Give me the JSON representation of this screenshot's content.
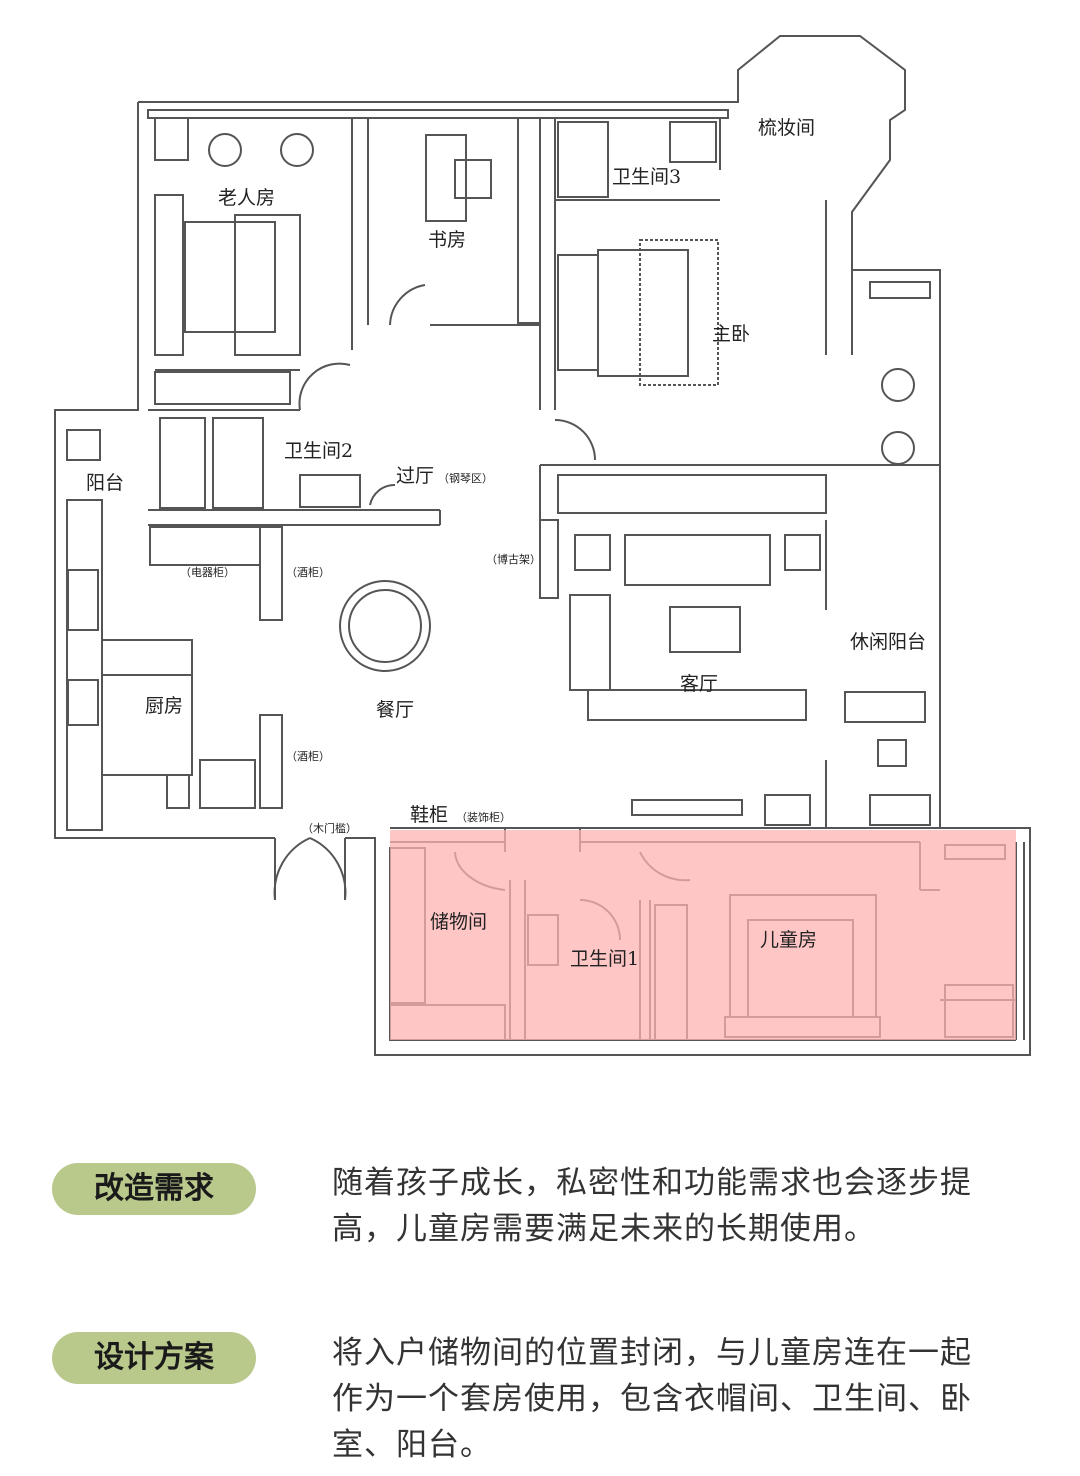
{
  "floorplan": {
    "rooms": {
      "elder_room": "老人房",
      "study": "书房",
      "bath3": "卫生间3",
      "dressing": "梳妆间",
      "master": "主卧",
      "bath2": "卫生间2",
      "balcony": "阳台",
      "hall": "过厅",
      "hall_note": "（钢琴区）",
      "electric_cabinet": "（电器柜）",
      "wine_cabinet_1": "（酒柜）",
      "curio_shelf": "（博古架）",
      "living": "客厅",
      "leisure_balcony": "休闲阳台",
      "kitchen": "厨房",
      "dining": "餐厅",
      "wine_cabinet_2": "（酒柜）",
      "shoe_cabinet": "鞋柜",
      "deco_cabinet": "（装饰柜）",
      "wood_sill": "（木门槛）",
      "storage": "储物间",
      "bath1": "卫生间1",
      "kids_room": "儿童房"
    },
    "highlight_color": "#ffb3b3"
  },
  "sections": [
    {
      "tag": "改造需求",
      "lines": [
        "随着孩子成长，私密性和功能需求也会逐步提",
        "高，儿童房需要满足未来的长期使用。"
      ]
    },
    {
      "tag": "设计方案",
      "lines": [
        "将入户储物间的位置封闭，与儿童房连在一起",
        "作为一个套房使用，包含衣帽间、卫生间、卧",
        "室、阳台。"
      ]
    }
  ],
  "colors": {
    "tag_bg": "#b9c98c",
    "wall": "#555555"
  }
}
